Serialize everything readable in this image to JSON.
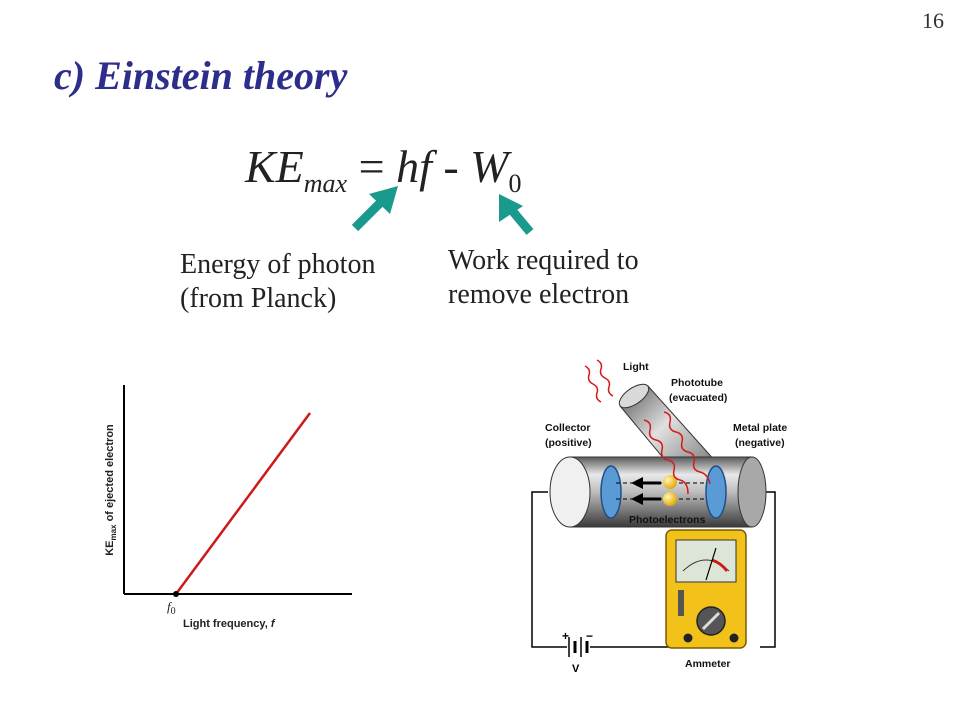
{
  "slide": {
    "page_number": "16",
    "title": "c) Einstein theory"
  },
  "equation": {
    "ke": "KE",
    "ke_sub": "max",
    "equals": "=",
    "hf": "hf",
    "minus": "-",
    "w": "W",
    "w_sub": "0"
  },
  "annotations": {
    "photon_line1": "Energy of photon",
    "photon_line2": "(from Planck)",
    "work_line1": "Work required to",
    "work_line2": "remove electron"
  },
  "graph": {
    "ylabel_prefix": "KE",
    "ylabel_sub": "max",
    "ylabel_suffix": " of ejected electron",
    "threshold_label": "f",
    "threshold_sub": "0",
    "xlabel": "Light frequency, ",
    "xlabel_var": "f"
  },
  "apparatus": {
    "light": "Light",
    "phototube_line1": "Phototube",
    "phototube_line2": "(evacuated)",
    "collector_line1": "Collector",
    "collector_line2": "(positive)",
    "metal_plate_line1": "Metal plate",
    "metal_plate_line2": "(negative)",
    "photoelectrons": "Photoelectrons",
    "ammeter": "Ammeter",
    "plus": "+",
    "minus": "−",
    "voltage": "V"
  },
  "colors": {
    "title": "#2d2d8c",
    "arrow": "#1a9a8c",
    "graph_line": "#cc1a1a",
    "ammeter_body": "#f2c21b"
  }
}
